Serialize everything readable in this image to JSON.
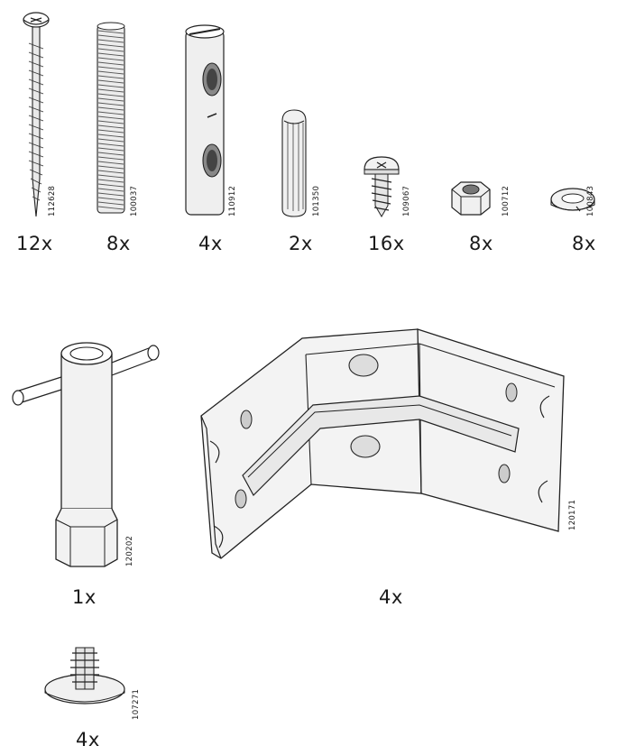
{
  "parts": [
    {
      "id": "screw-long",
      "quantity": "12x",
      "code": "112628",
      "icon": "wood-screw-long-icon"
    },
    {
      "id": "threaded-rod",
      "quantity": "8x",
      "code": "100037",
      "icon": "threaded-rod-icon"
    },
    {
      "id": "barrel-nut",
      "quantity": "4x",
      "code": "110912",
      "icon": "barrel-nut-icon"
    },
    {
      "id": "dowel",
      "quantity": "2x",
      "code": "101350",
      "icon": "wooden-dowel-icon"
    },
    {
      "id": "screw-short",
      "quantity": "16x",
      "code": "109067",
      "icon": "short-screw-icon"
    },
    {
      "id": "hex-nut",
      "quantity": "8x",
      "code": "100712",
      "icon": "hex-nut-icon"
    },
    {
      "id": "lock-washer",
      "quantity": "8x",
      "code": "100843",
      "icon": "lock-washer-icon"
    },
    {
      "id": "socket-wrench",
      "quantity": "1x",
      "code": "120202",
      "icon": "socket-wrench-icon"
    },
    {
      "id": "corner-bracket",
      "quantity": "4x",
      "code": "120171",
      "icon": "corner-bracket-icon"
    },
    {
      "id": "foot-glide",
      "quantity": "4x",
      "code": "107271",
      "icon": "foot-glide-icon"
    }
  ]
}
